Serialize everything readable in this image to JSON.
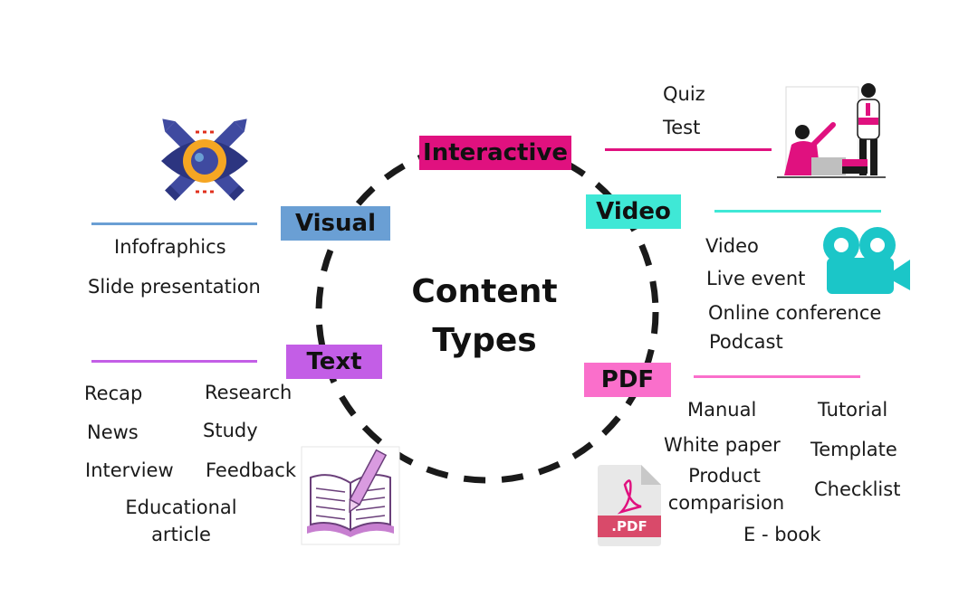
{
  "title_line1": "Content",
  "title_line2": "Types",
  "categories": {
    "interactive": {
      "label": "Interactive",
      "color": "#e0117f",
      "items": [
        "Quiz",
        "Test"
      ]
    },
    "visual": {
      "label": "Visual",
      "color": "#6a9fd4",
      "items": [
        "Infofraphics",
        "Slide presentation"
      ]
    },
    "video": {
      "label": "Video",
      "color": "#3fe8d6",
      "items": [
        "Video",
        "Live event",
        "Online conference",
        "Podcast"
      ]
    },
    "text": {
      "label": "Text",
      "color": "#c35ee6",
      "items": [
        "Recap",
        "Research",
        "News",
        "Study",
        "Interview",
        "Feedback",
        "Educational",
        "article"
      ]
    },
    "pdf": {
      "label": "PDF",
      "color": "#fa6fcb",
      "items": [
        "Manual",
        "Tutorial",
        "White paper",
        "Template",
        "Product",
        "comparision",
        "Checklist",
        "E - book"
      ]
    }
  },
  "pdf_icon_text": ".PDF",
  "icons": {
    "visual": "eye-pencils-icon",
    "interactive": "teacher-student-icon",
    "video": "video-camera-icon",
    "text": "open-book-pen-icon",
    "pdf": "pdf-file-icon"
  }
}
